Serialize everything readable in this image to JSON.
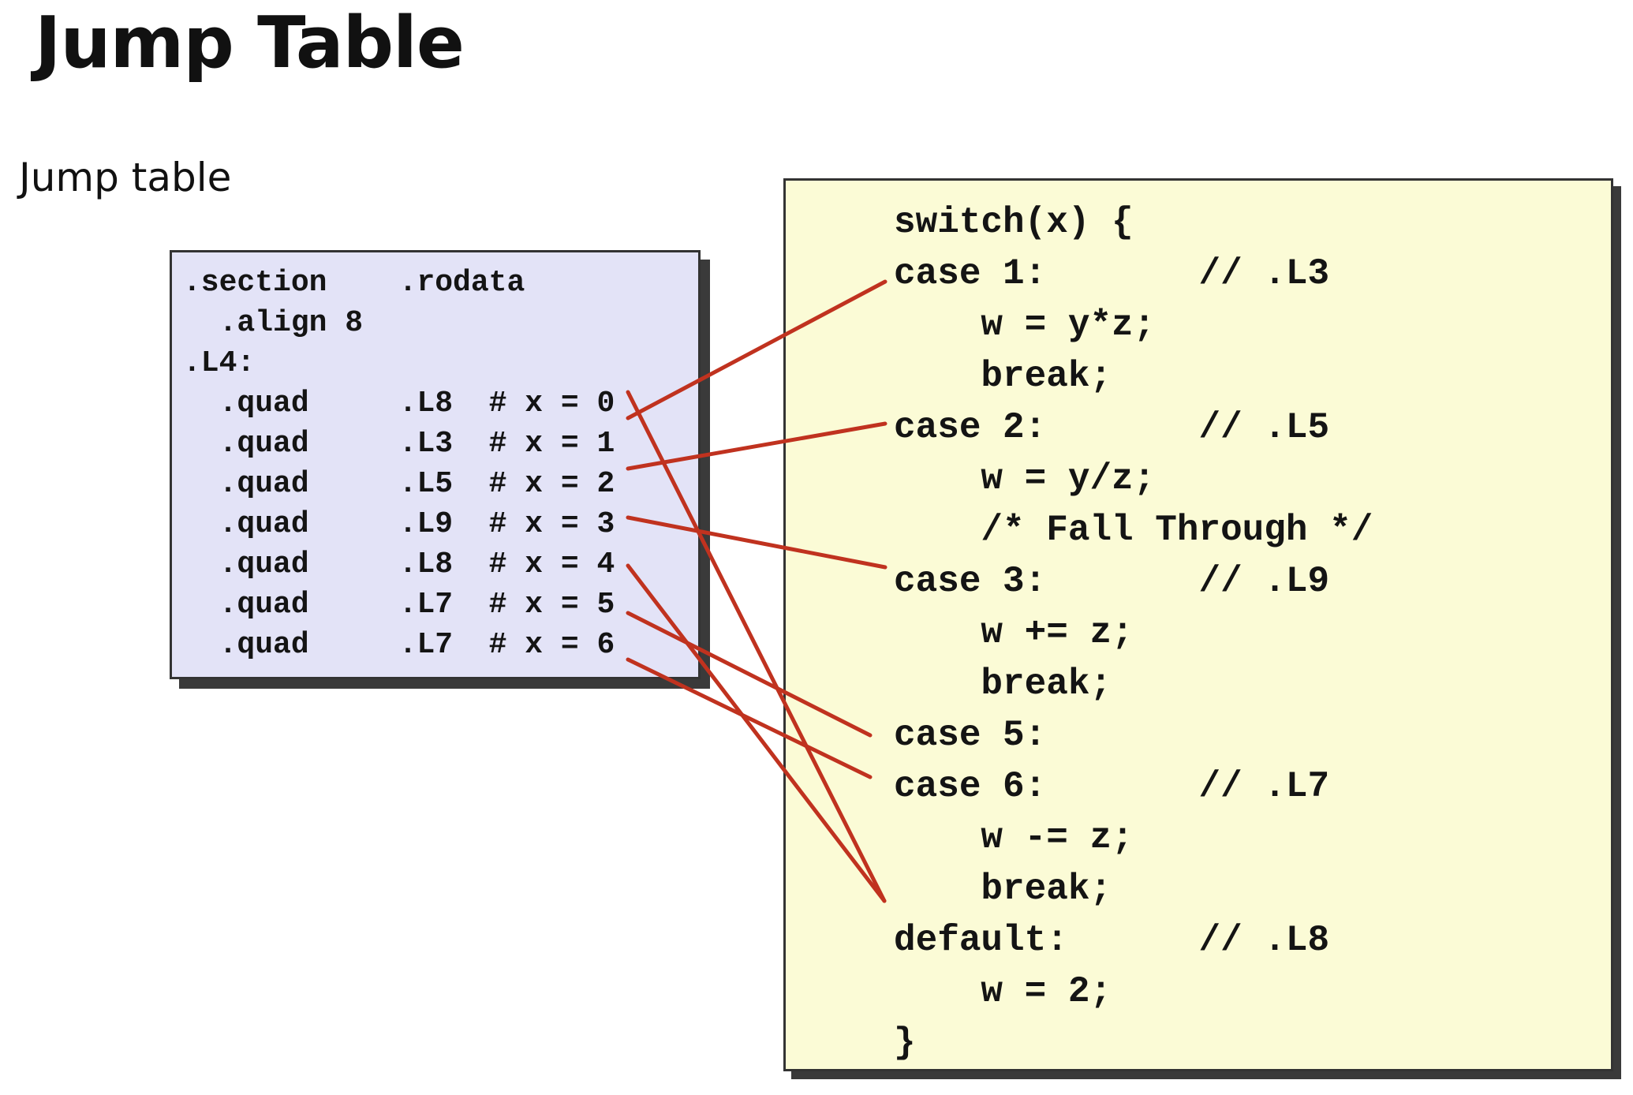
{
  "slide": {
    "title": "Jump Table",
    "subtitle": "Jump table"
  },
  "jump_table": {
    "lines": [
      ".section    .rodata",
      "  .align 8",
      ".L4:",
      "  .quad     .L8  # x = 0",
      "  .quad     .L3  # x = 1",
      "  .quad     .L5  # x = 2",
      "  .quad     .L9  # x = 3",
      "  .quad     .L8  # x = 4",
      "  .quad     .L7  # x = 5",
      "  .quad     .L7  # x = 6"
    ]
  },
  "switch_code": {
    "lines": [
      "switch(x) {",
      "case 1:       // .L3",
      "    w = y*z;",
      "    break;",
      "case 2:       // .L5",
      "    w = y/z;",
      "    /* Fall Through */",
      "case 3:       // .L9",
      "    w += z;",
      "    break;",
      "case 5:",
      "case 6:       // .L7",
      "    w -= z;",
      "    break;",
      "default:      // .L8",
      "    w = 2;",
      "}"
    ]
  },
  "connectors": {
    "color": "#c0321f",
    "links": [
      {
        "from_entry": "x = 0",
        "to_line": "default"
      },
      {
        "from_entry": "x = 1",
        "to_line": "case 1"
      },
      {
        "from_entry": "x = 2",
        "to_line": "case 2"
      },
      {
        "from_entry": "x = 3",
        "to_line": "case 3"
      },
      {
        "from_entry": "x = 4",
        "to_line": "default"
      },
      {
        "from_entry": "x = 5",
        "to_line": "case 5"
      },
      {
        "from_entry": "x = 6",
        "to_line": "case 6"
      }
    ]
  }
}
